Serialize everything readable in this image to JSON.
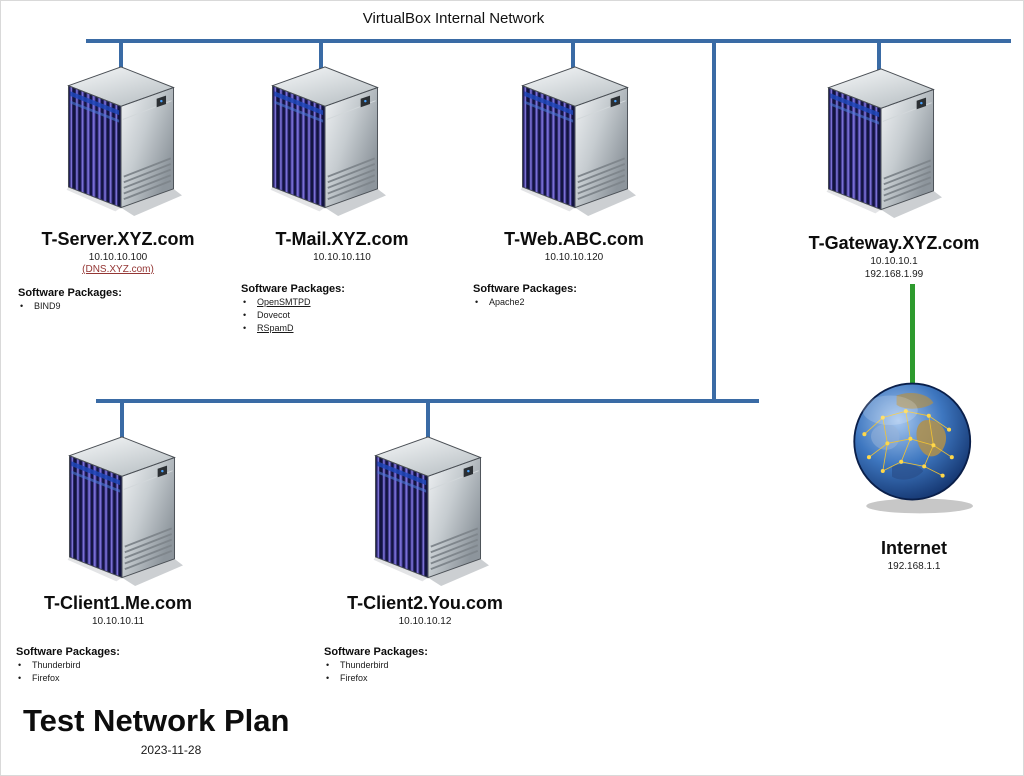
{
  "title": "VirtualBox Internal Network",
  "colors": {
    "bus_line": "#3a6ba5",
    "internet_link_line": "#2e9b2e",
    "hyperlink": "#943634"
  },
  "labels": {
    "software_heading": "Software Packages:"
  },
  "nodes": {
    "server": {
      "name": "T-Server.XYZ.com",
      "ip": "10.10.10.100",
      "alias": "(DNS.XYZ.com)",
      "packages": [
        {
          "label": "BIND9"
        }
      ]
    },
    "mail": {
      "name": "T-Mail.XYZ.com",
      "ip": "10.10.10.110",
      "packages": [
        {
          "label": "OpenSMTPD"
        },
        {
          "label": "Dovecot"
        },
        {
          "label": "RSpamD"
        }
      ]
    },
    "web": {
      "name": "T-Web.ABC.com",
      "ip": "10.10.10.120",
      "packages": [
        {
          "label": "Apache2"
        }
      ]
    },
    "gateway": {
      "name": "T-Gateway.XYZ.com",
      "ip": "10.10.10.1",
      "ip2": "192.168.1.99"
    },
    "client1": {
      "name": "T-Client1.Me.com",
      "ip": "10.10.10.11",
      "packages": [
        {
          "label": "Thunderbird"
        },
        {
          "label": "Firefox"
        }
      ]
    },
    "client2": {
      "name": "T-Client2.You.com",
      "ip": "10.10.10.12",
      "packages": [
        {
          "label": "Thunderbird"
        },
        {
          "label": "Firefox"
        }
      ]
    },
    "internet": {
      "name": "Internet",
      "ip": "192.168.1.1"
    }
  },
  "footer": {
    "title": "Test Network Plan",
    "date": "2023-11-28"
  }
}
